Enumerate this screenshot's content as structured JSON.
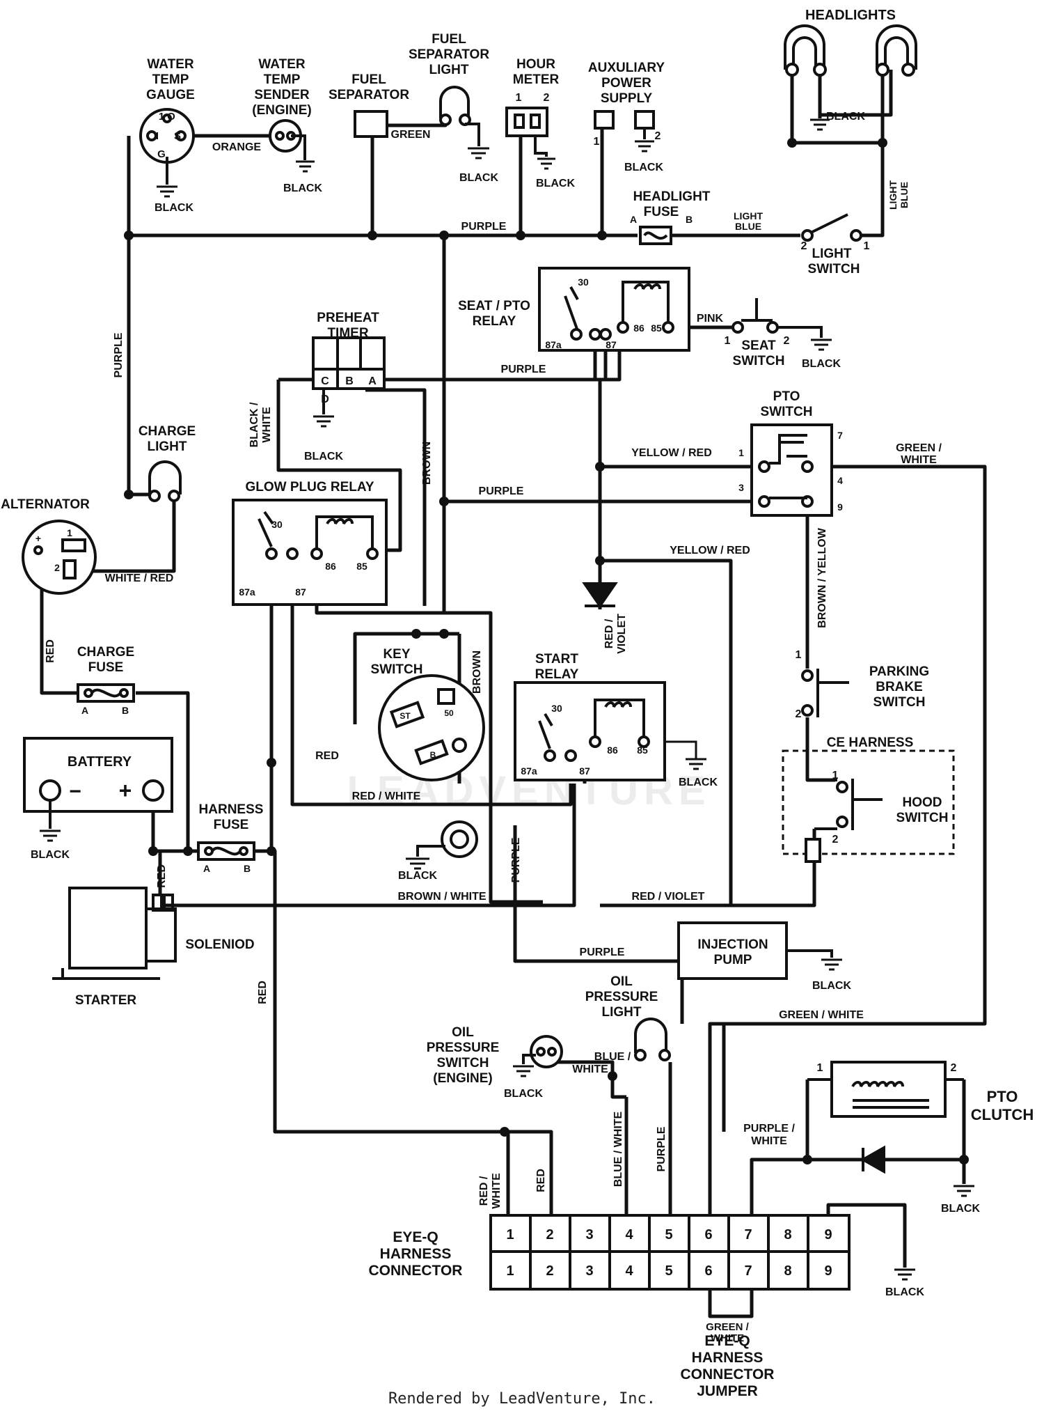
{
  "footer": "Rendered by LeadVenture, Inc.",
  "watermark": "LEADVENTURE",
  "components": {
    "headlights": "HEADLIGHTS",
    "water_temp_gauge": [
      "WATER",
      "TEMP",
      "GAUGE"
    ],
    "water_temp_sender": [
      "WATER",
      "TEMP",
      "SENDER",
      "(ENGINE)"
    ],
    "fuel_separator": [
      "FUEL",
      "SEPARATOR"
    ],
    "fuel_separator_light": [
      "FUEL",
      "SEPARATOR",
      "LIGHT"
    ],
    "hour_meter": [
      "HOUR",
      "METER"
    ],
    "aux_power": [
      "AUXULIARY",
      "POWER",
      "SUPPLY"
    ],
    "headlight_fuse": [
      "HEADLIGHT",
      "FUSE"
    ],
    "light_switch": [
      "LIGHT",
      "SWITCH"
    ],
    "seat_pto_relay": [
      "SEAT / PTO",
      "RELAY"
    ],
    "seat_switch": [
      "SEAT",
      "SWITCH"
    ],
    "preheat_timer": [
      "PREHEAT",
      "TIMER"
    ],
    "pto_switch": [
      "PTO",
      "SWITCH"
    ],
    "charge_light": [
      "CHARGE",
      "LIGHT"
    ],
    "alternator": "ALTERNATOR",
    "glow_plug_relay": "GLOW PLUG RELAY",
    "key_switch": [
      "KEY",
      "SWITCH"
    ],
    "start_relay": [
      "START",
      "RELAY"
    ],
    "parking_brake_switch": [
      "PARKING",
      "BRAKE",
      "SWITCH"
    ],
    "ce_harness": "CE HARNESS",
    "hood_switch": [
      "HOOD",
      "SWITCH"
    ],
    "charge_fuse": [
      "CHARGE",
      "FUSE"
    ],
    "battery": "BATTERY",
    "harness_fuse": [
      "HARNESS",
      "FUSE"
    ],
    "solenoid": "SOLENIOD",
    "starter": "STARTER",
    "injection_pump": [
      "INJECTION",
      "PUMP"
    ],
    "oil_pressure_light": [
      "OIL",
      "PRESSURE",
      "LIGHT"
    ],
    "oil_pressure_switch": [
      "OIL",
      "PRESSURE",
      "SWITCH",
      "(ENGINE)"
    ],
    "pto_clutch": [
      "PTO",
      "CLUTCH"
    ],
    "eyeq_connector": [
      "EYE-Q",
      "HARNESS",
      "CONNECTOR"
    ],
    "eyeq_jumper": [
      "EYE-Q",
      "HARNESS",
      "CONNECTOR",
      "JUMPER"
    ]
  },
  "wires": {
    "black": "BLACK",
    "purple": "PURPLE",
    "orange": "ORANGE",
    "green": "GREEN",
    "light_blue": [
      "LIGHT",
      "BLUE"
    ],
    "pink": "PINK",
    "black_white": [
      "BLACK /",
      "WHITE"
    ],
    "brown": "BROWN",
    "yellow_red": "YELLOW / RED",
    "green_white": "GREEN / WHITE",
    "green_white_2": [
      "GREEN /",
      "WHITE"
    ],
    "brown_yellow": "BROWN / YELLOW",
    "red_violet": "RED / VIOLET",
    "red_violet_v": [
      "RED /",
      "VIOLET"
    ],
    "white_red": "WHITE / RED",
    "red": "RED",
    "red_white": "RED / WHITE",
    "red_white_v": [
      "RED /",
      "WHITE"
    ],
    "brown_white": "BROWN / WHITE",
    "blue_white": "BLUE / WHITE",
    "blue_white_2": [
      "BLUE /",
      "WHITE"
    ],
    "purple_white": [
      "PURPLE /",
      "WHITE"
    ]
  },
  "terminals": {
    "n1": "1",
    "n2": "2",
    "n3": "3",
    "n4": "4",
    "n5": "5",
    "n6": "6",
    "n7": "7",
    "n8": "8",
    "n9": "9",
    "n30": "30",
    "n85": "85",
    "n86": "86",
    "n87": "87",
    "n87a": "87a",
    "n50": "50",
    "a": "A",
    "b": "B",
    "c": "C",
    "d": "D",
    "o": "O",
    "i": "I",
    "s": "S",
    "g": "G",
    "st": "ST",
    "plus": "+",
    "minus": "−"
  },
  "connector_pins": [
    "1",
    "2",
    "3",
    "4",
    "5",
    "6",
    "7",
    "8",
    "9"
  ]
}
